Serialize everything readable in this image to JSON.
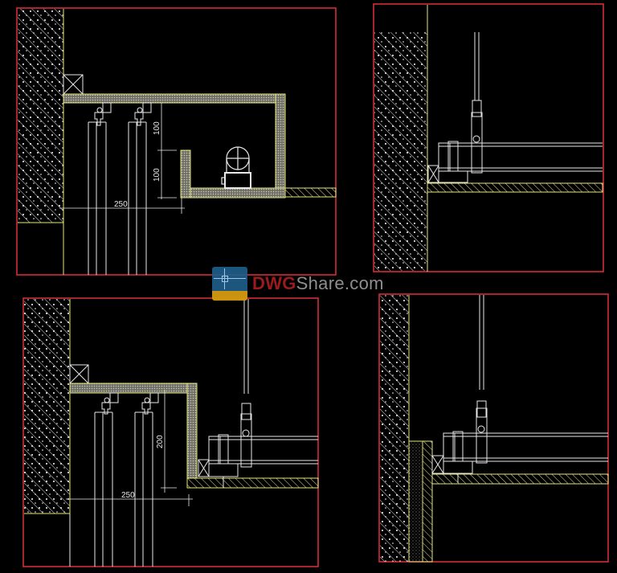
{
  "drawing": {
    "background": "#000000",
    "colors": {
      "frame": "#e0303a",
      "outline_yellow": "#e6e680",
      "line_white": "#e8e8e8",
      "insulation_fill": "#8a8a7a"
    }
  },
  "panels": [
    {
      "id": "detail-1",
      "description": "Curtain box with two curtain tracks and roller blind motor",
      "dimensions": {
        "height_upper": "100",
        "height_lower": "100",
        "width": "250"
      }
    },
    {
      "id": "detail-2",
      "description": "Suspended ceiling edge with hanger rod and wall trim"
    },
    {
      "id": "detail-3",
      "description": "Curtain box with two curtain tracks next to suspended ceiling",
      "dimensions": {
        "height": "200",
        "width": "250"
      }
    },
    {
      "id": "detail-4",
      "description": "Suspended ceiling edge with hanger rod and wall cladding layer"
    }
  ],
  "watermark": {
    "brand_prefix": "DWG",
    "brand_suffix": "Share.com"
  }
}
